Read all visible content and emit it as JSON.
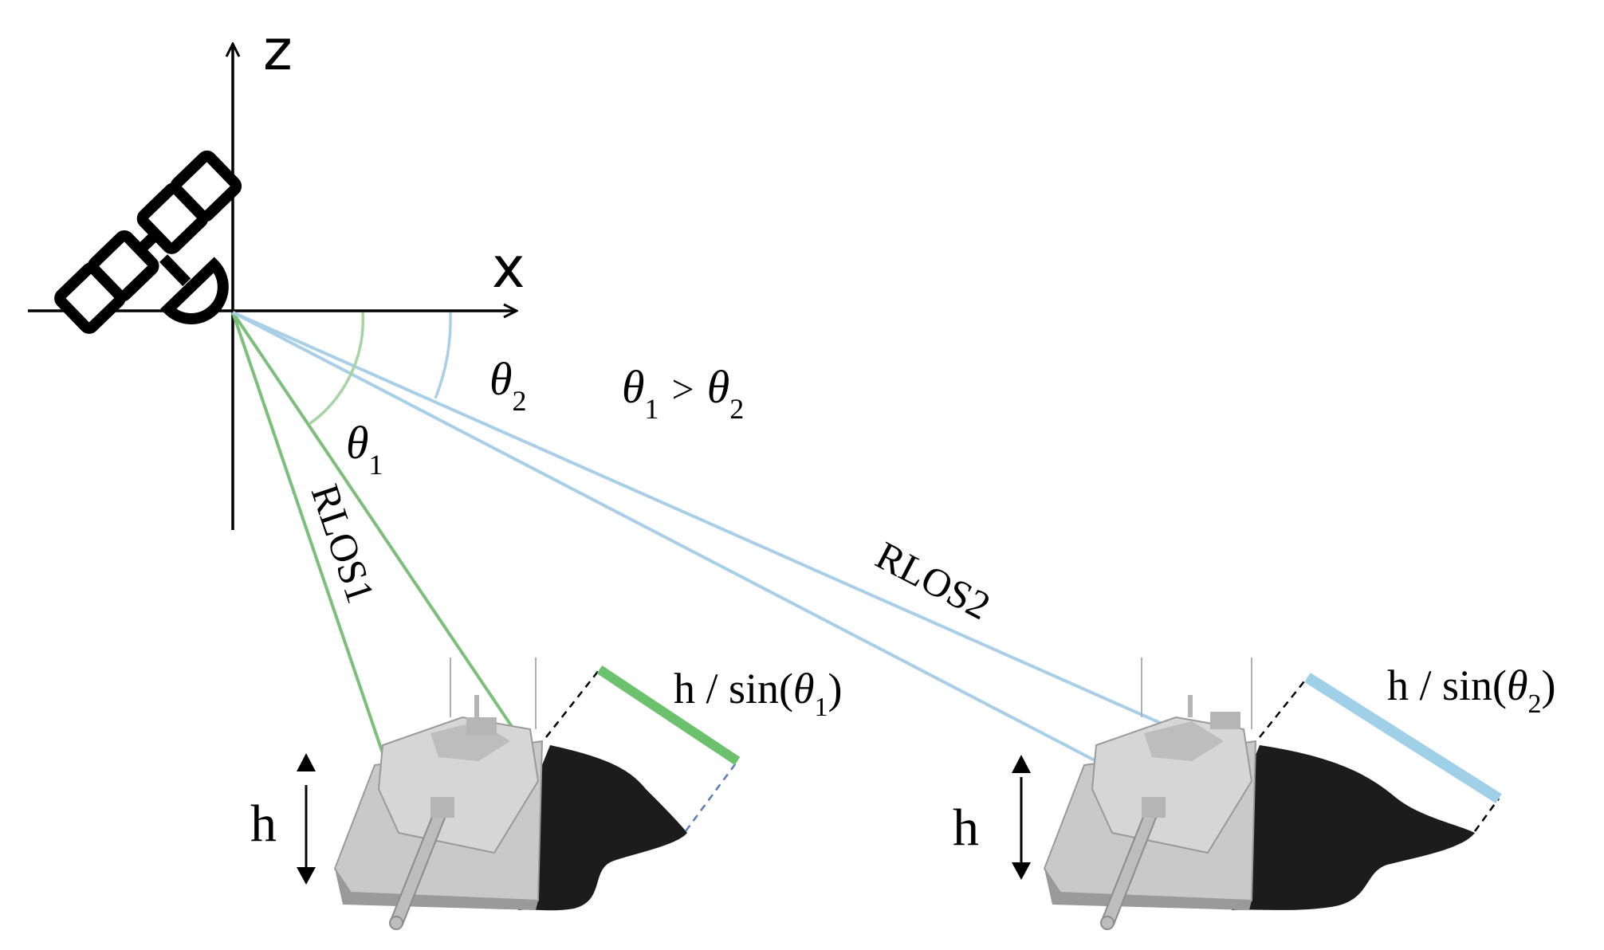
{
  "axes": {
    "z_label": "z",
    "x_label": "x"
  },
  "angles": {
    "theta1": {
      "symbol": "θ",
      "sub": "1"
    },
    "theta2": {
      "symbol": "θ",
      "sub": "2"
    }
  },
  "relation": {
    "left_symbol": "θ",
    "left_sub": "1",
    "op": ">",
    "right_symbol": "θ",
    "right_sub": "2"
  },
  "rays": {
    "rlos1": "RLOS1",
    "rlos2": "RLOS2"
  },
  "height": {
    "left": "h",
    "right": "h"
  },
  "shadow_length": {
    "left": {
      "prefix": "h / sin(",
      "symbol": "θ",
      "sub": "1",
      "suffix": ")"
    },
    "right": {
      "prefix": "h / sin(",
      "symbol": "θ",
      "sub": "2",
      "suffix": ")"
    }
  },
  "colors": {
    "green_ray": "#7cbf7a",
    "green_bar": "#6cc16c",
    "blue_ray": "#a8cfe6",
    "blue_bar": "#9fd0e7",
    "shadow": "#1c1c1c",
    "tank_body": "#c9c9c9",
    "tank_dark": "#9a9a9a",
    "axis": "#000000"
  },
  "icons": {
    "satellite": "satellite-icon",
    "tank_left": "tank-icon",
    "tank_right": "tank-icon"
  }
}
